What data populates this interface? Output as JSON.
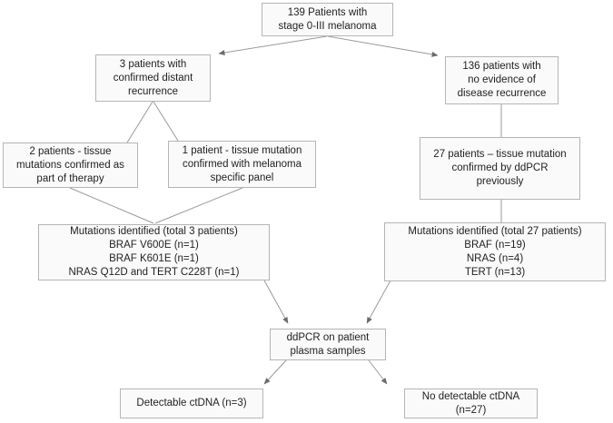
{
  "colors": {
    "box_background": "#fafafa",
    "box_border": "#b5b5b5",
    "connector_line": "#9a9a9a",
    "arrowhead": "#6b6b6b",
    "text": "#1f1f1f",
    "page_background": "#ffffff"
  },
  "flowchart": {
    "nodes": {
      "root": {
        "lines": [
          "139 Patients with",
          "stage 0-III melanoma"
        ]
      },
      "distant": {
        "lines": [
          "3 patients with",
          "confirmed distant",
          "recurrence"
        ]
      },
      "norecur": {
        "lines": [
          "136 patients with",
          "no evidence of",
          "disease recurrence"
        ]
      },
      "therapy": {
        "lines": [
          "2 patients - tissue",
          "mutations confirmed as",
          "part of therapy"
        ]
      },
      "panel": {
        "lines": [
          "1 patient - tissue mutation",
          "confirmed with melanoma",
          "specific panel"
        ]
      },
      "ddpcrprev": {
        "lines": [
          "27 patients – tissue mutation",
          "confirmed by ddPCR",
          "previously"
        ]
      },
      "mut3": {
        "lines": [
          "Mutations identified (total 3 patients)",
          "BRAF V600E (n=1)",
          "BRAF K601E (n=1)",
          "NRAS Q12D and TERT C228T (n=1)"
        ]
      },
      "mut27": {
        "lines": [
          "Mutations identified (total 27 patients)",
          "BRAF (n=19)",
          "NRAS  (n=4)",
          "TERT (n=13)"
        ]
      },
      "plasma": {
        "lines": [
          "ddPCR on patient",
          "plasma samples"
        ]
      },
      "detectable": {
        "lines": [
          "Detectable ctDNA (n=3)"
        ]
      },
      "nodetectable": {
        "lines": [
          "No detectable ctDNA",
          "(n=27)"
        ]
      }
    },
    "edges": [
      {
        "from": "root",
        "to": "distant",
        "arrow": true
      },
      {
        "from": "root",
        "to": "norecur",
        "arrow": true
      },
      {
        "from": "distant",
        "to": "therapy",
        "arrow": false
      },
      {
        "from": "distant",
        "to": "panel",
        "arrow": false
      },
      {
        "from": "therapy",
        "to": "mut3",
        "arrow": false
      },
      {
        "from": "panel",
        "to": "mut3",
        "arrow": false
      },
      {
        "from": "norecur",
        "to": "ddpcrprev",
        "arrow": false
      },
      {
        "from": "ddpcrprev",
        "to": "mut27",
        "arrow": false
      },
      {
        "from": "mut3",
        "to": "plasma",
        "arrow": true
      },
      {
        "from": "mut27",
        "to": "plasma",
        "arrow": true
      },
      {
        "from": "plasma",
        "to": "detectable",
        "arrow": true
      },
      {
        "from": "plasma",
        "to": "nodetectable",
        "arrow": true
      }
    ]
  }
}
